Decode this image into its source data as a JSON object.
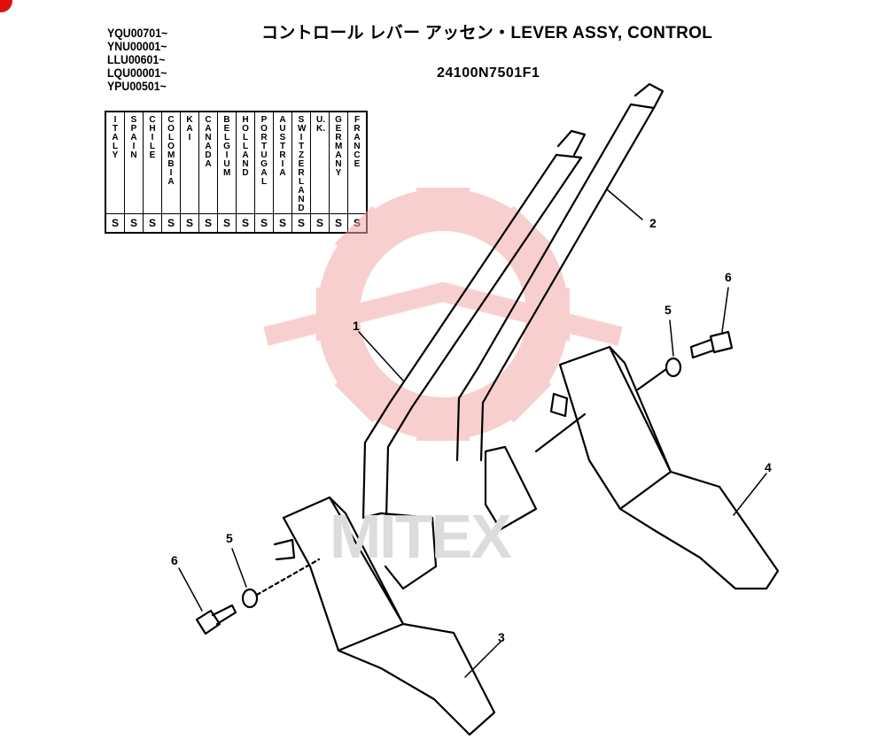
{
  "header": {
    "title": "コントロール レバー アッセン・LEVER ASSY, CONTROL",
    "part_number": "24100N7501F1"
  },
  "serials": [
    "YQU00701~",
    "YNU00001~",
    "LLU00601~",
    "LQU00001~",
    "YPU00501~"
  ],
  "countries": [
    {
      "name": "ITALY",
      "mark": "S"
    },
    {
      "name": "SPAIN",
      "mark": "S"
    },
    {
      "name": "CHILE",
      "mark": "S"
    },
    {
      "name": "COLOMBIA",
      "mark": "S"
    },
    {
      "name": "KAI",
      "mark": "S"
    },
    {
      "name": "CANADA",
      "mark": "S"
    },
    {
      "name": "BELGIUM",
      "mark": "S"
    },
    {
      "name": "HOLLAND",
      "mark": "S"
    },
    {
      "name": "PORTUGAL",
      "mark": "S"
    },
    {
      "name": "AUSTRIA",
      "mark": "S"
    },
    {
      "name": "SWITZER LAND",
      "mark": "S"
    },
    {
      "name": "U.K.",
      "mark": "S"
    },
    {
      "name": "GERMANY",
      "mark": "S"
    },
    {
      "name": "FRANCE",
      "mark": "S"
    }
  ],
  "callouts": {
    "c1": "1",
    "c2": "2",
    "c3": "3",
    "c4": "4",
    "c5a": "5",
    "c5b": "5",
    "c6a": "6",
    "c6b": "6"
  },
  "watermark": {
    "brand": "MITEX",
    "color": "#f4a9a9"
  }
}
